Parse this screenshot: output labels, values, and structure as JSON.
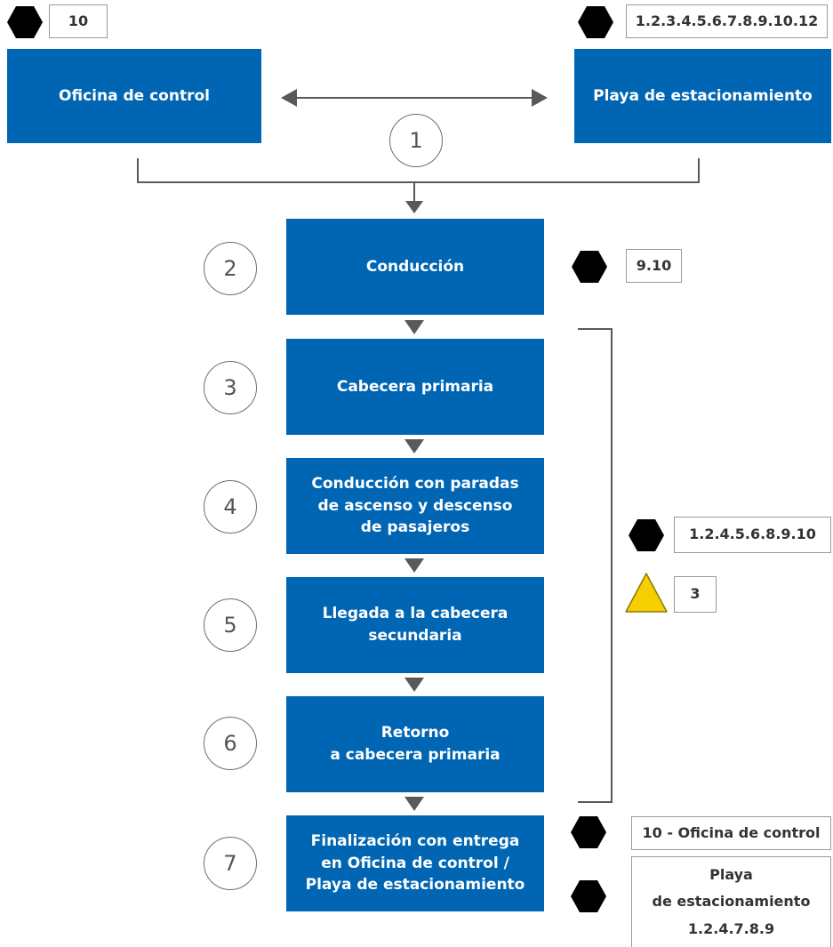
{
  "nodes": {
    "oficina": "Oficina de control",
    "playa": "Playa de estacionamiento",
    "conduccion": "Conducción",
    "cabecera_primaria": "Cabecera primaria",
    "paradas": "Conducción con paradas\nde ascenso y descenso\nde pasajeros",
    "llegada": "Llegada a la cabecera\nsecundaria",
    "retorno": "Retorno\na cabecera primaria",
    "finalizacion": "Finalización con entrega\nen Oficina de control /\nPlaya de estacionamiento"
  },
  "steps": [
    "1",
    "2",
    "3",
    "4",
    "5",
    "6",
    "7"
  ],
  "codes": {
    "oficina": "10",
    "playa": "1.2.3.4.5.6.7.8.9.10.12",
    "conduccion": "9.10",
    "group_hex": "1.2.4.5.6.8.9.10",
    "group_warning": "3",
    "final_oficina": "10 - Oficina de control",
    "final_playa": "Playa\nde estacionamiento\n1.2.4.7.8.9"
  },
  "colors": {
    "box": "#0066b3",
    "hazard_hexagon": "#000000",
    "warning_triangle": "#f5cf00",
    "connector": "#595959"
  },
  "icons": [
    "hexagon-icon",
    "warning-triangle-icon",
    "arrow-down-icon",
    "double-arrow-icon"
  ]
}
